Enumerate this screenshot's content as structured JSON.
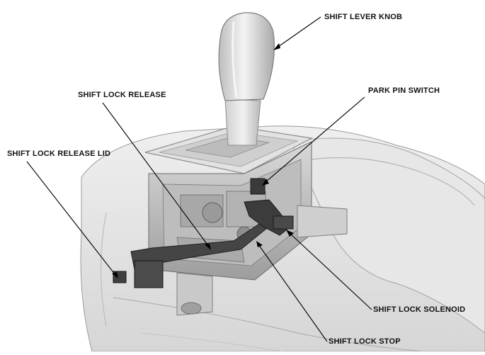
{
  "labels": {
    "shift_lever_knob": "SHIFT LEVER KNOB",
    "shift_lock_release": "SHIFT LOCK RELEASE",
    "park_pin_switch": "PARK PIN SWITCH",
    "shift_lock_release_lid": "SHIFT LOCK RELEASE LID",
    "shift_lock_solenoid": "SHIFT LOCK SOLENOID",
    "shift_lock_stop": "SHIFT LOCK STOP"
  }
}
